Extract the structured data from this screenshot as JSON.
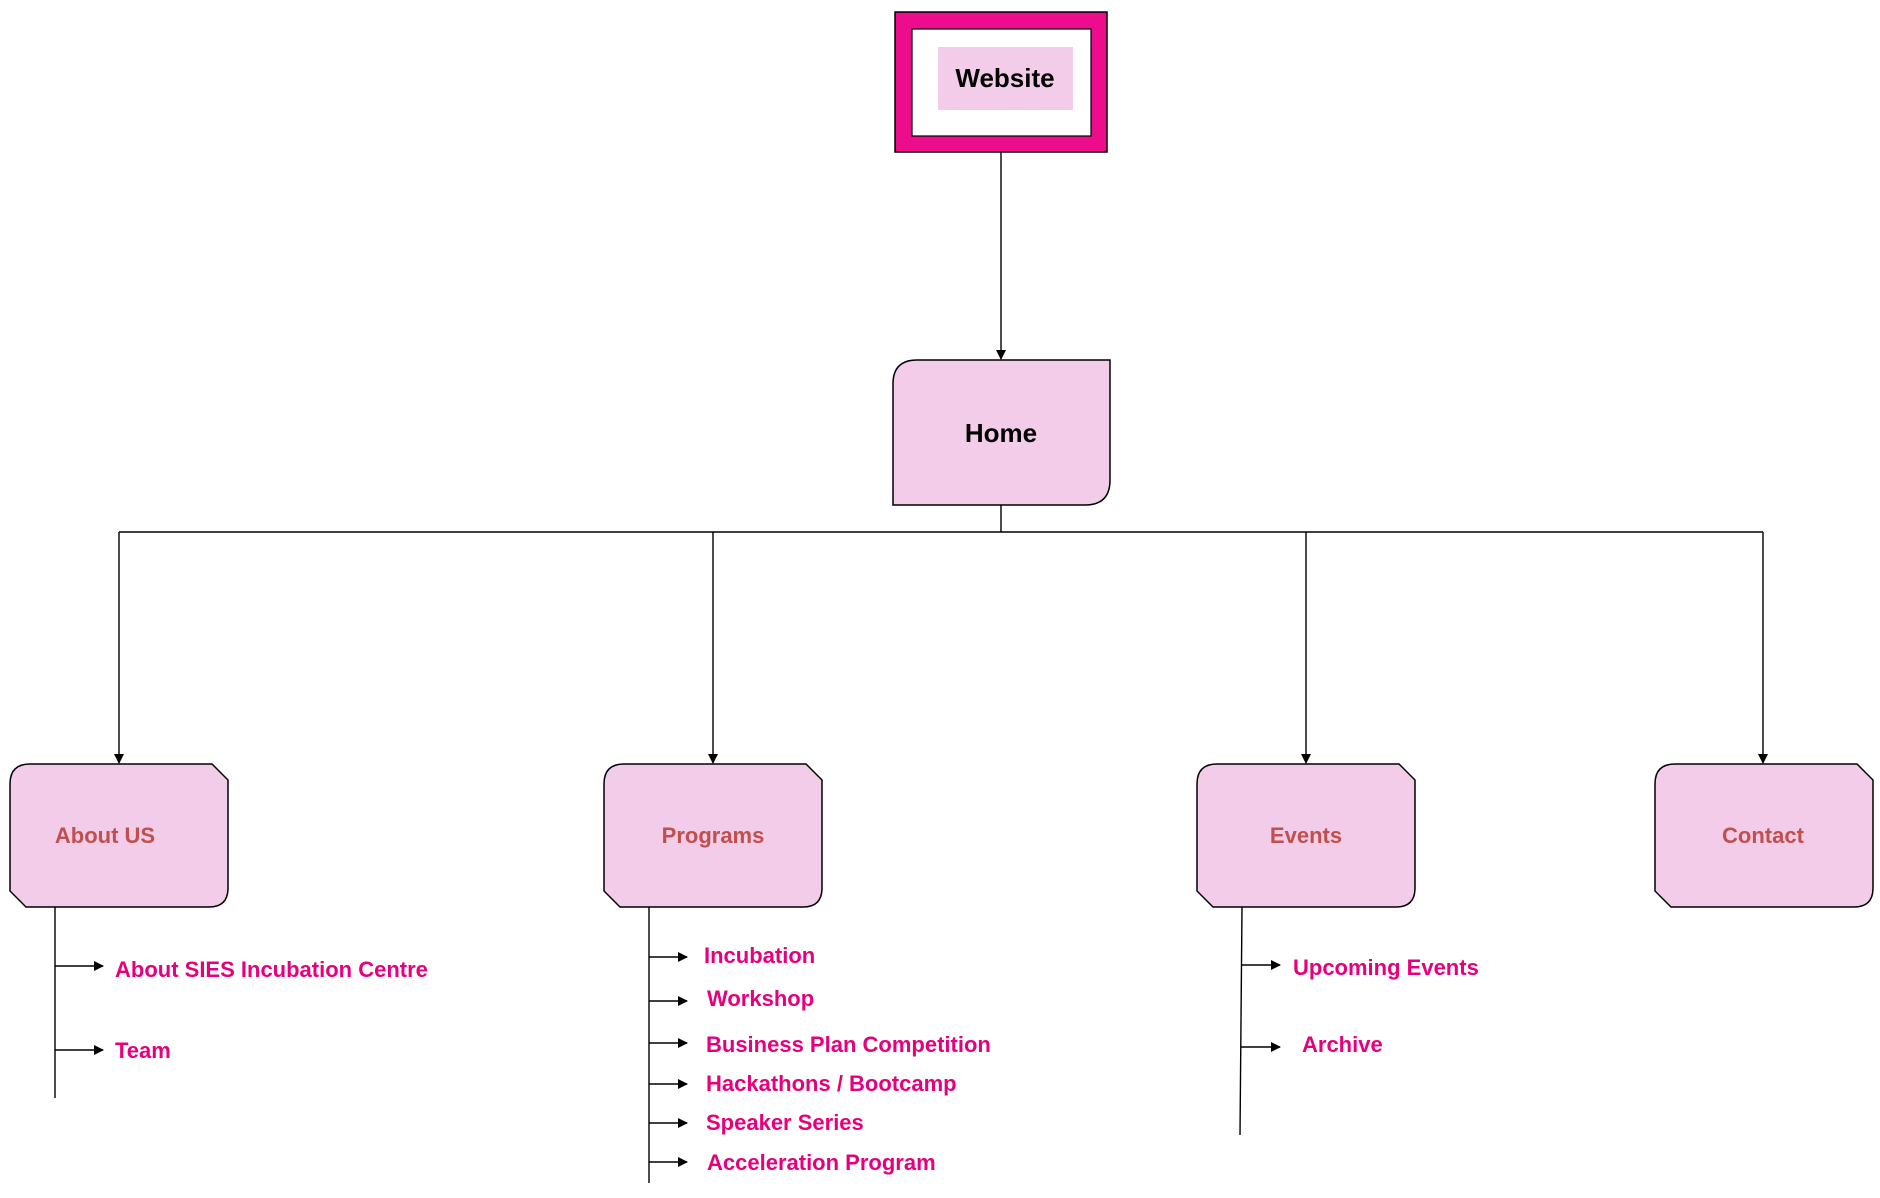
{
  "colors": {
    "accent": "#ec0c8c",
    "node_fill": "#f3cce9",
    "section_text": "#c0504d",
    "leaf_text": "#e6007e",
    "line": "#000000"
  },
  "root": {
    "label": "Website"
  },
  "home": {
    "label": "Home"
  },
  "sections": [
    {
      "label": "About US",
      "children": [
        "About SIES Incubation Centre",
        "Team"
      ]
    },
    {
      "label": "Programs",
      "children": [
        "Incubation",
        "Workshop",
        "Business Plan Competition",
        "Hackathons / Bootcamp",
        "Speaker Series",
        "Acceleration Program"
      ]
    },
    {
      "label": "Events",
      "children": [
        "Upcoming Events",
        "Archive"
      ]
    },
    {
      "label": "Contact",
      "children": []
    }
  ]
}
